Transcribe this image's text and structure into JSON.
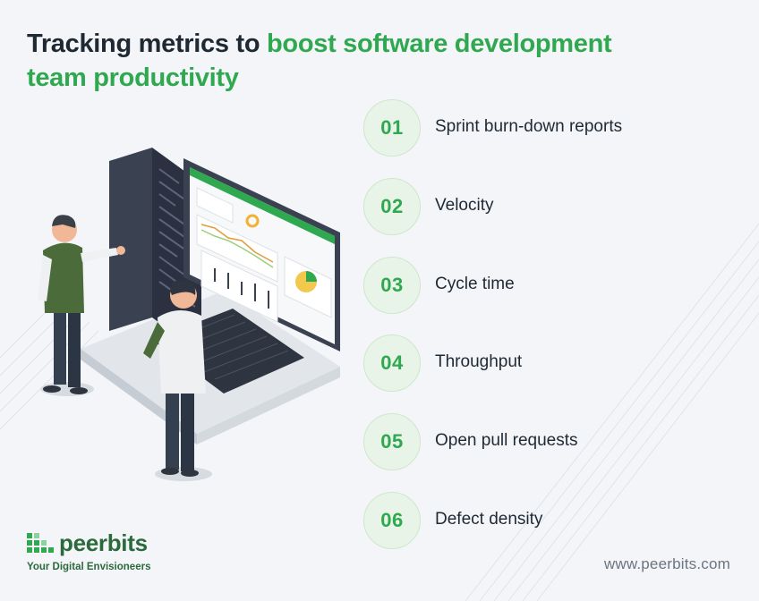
{
  "header": {
    "title_plain": "Tracking metrics to ",
    "title_highlight": "boost software development team productivity"
  },
  "metrics": [
    {
      "number": "01",
      "label": "Sprint burn-down reports"
    },
    {
      "number": "02",
      "label": "Velocity"
    },
    {
      "number": "03",
      "label": "Cycle time"
    },
    {
      "number": "04",
      "label": "Throughput"
    },
    {
      "number": "05",
      "label": "Open pull requests"
    },
    {
      "number": "06",
      "label": "Defect density"
    }
  ],
  "brand": {
    "name": "peerbits",
    "tagline": "Your Digital Envisioneers",
    "website": "www.peerbits.com"
  },
  "illustration": {
    "icon": "team-reviewing-dashboard-illustration"
  },
  "colors": {
    "accent": "#2fa84f",
    "badge_bg": "#e9f4e8",
    "background": "#f3f5f8",
    "logo": "#2b6a3b"
  }
}
